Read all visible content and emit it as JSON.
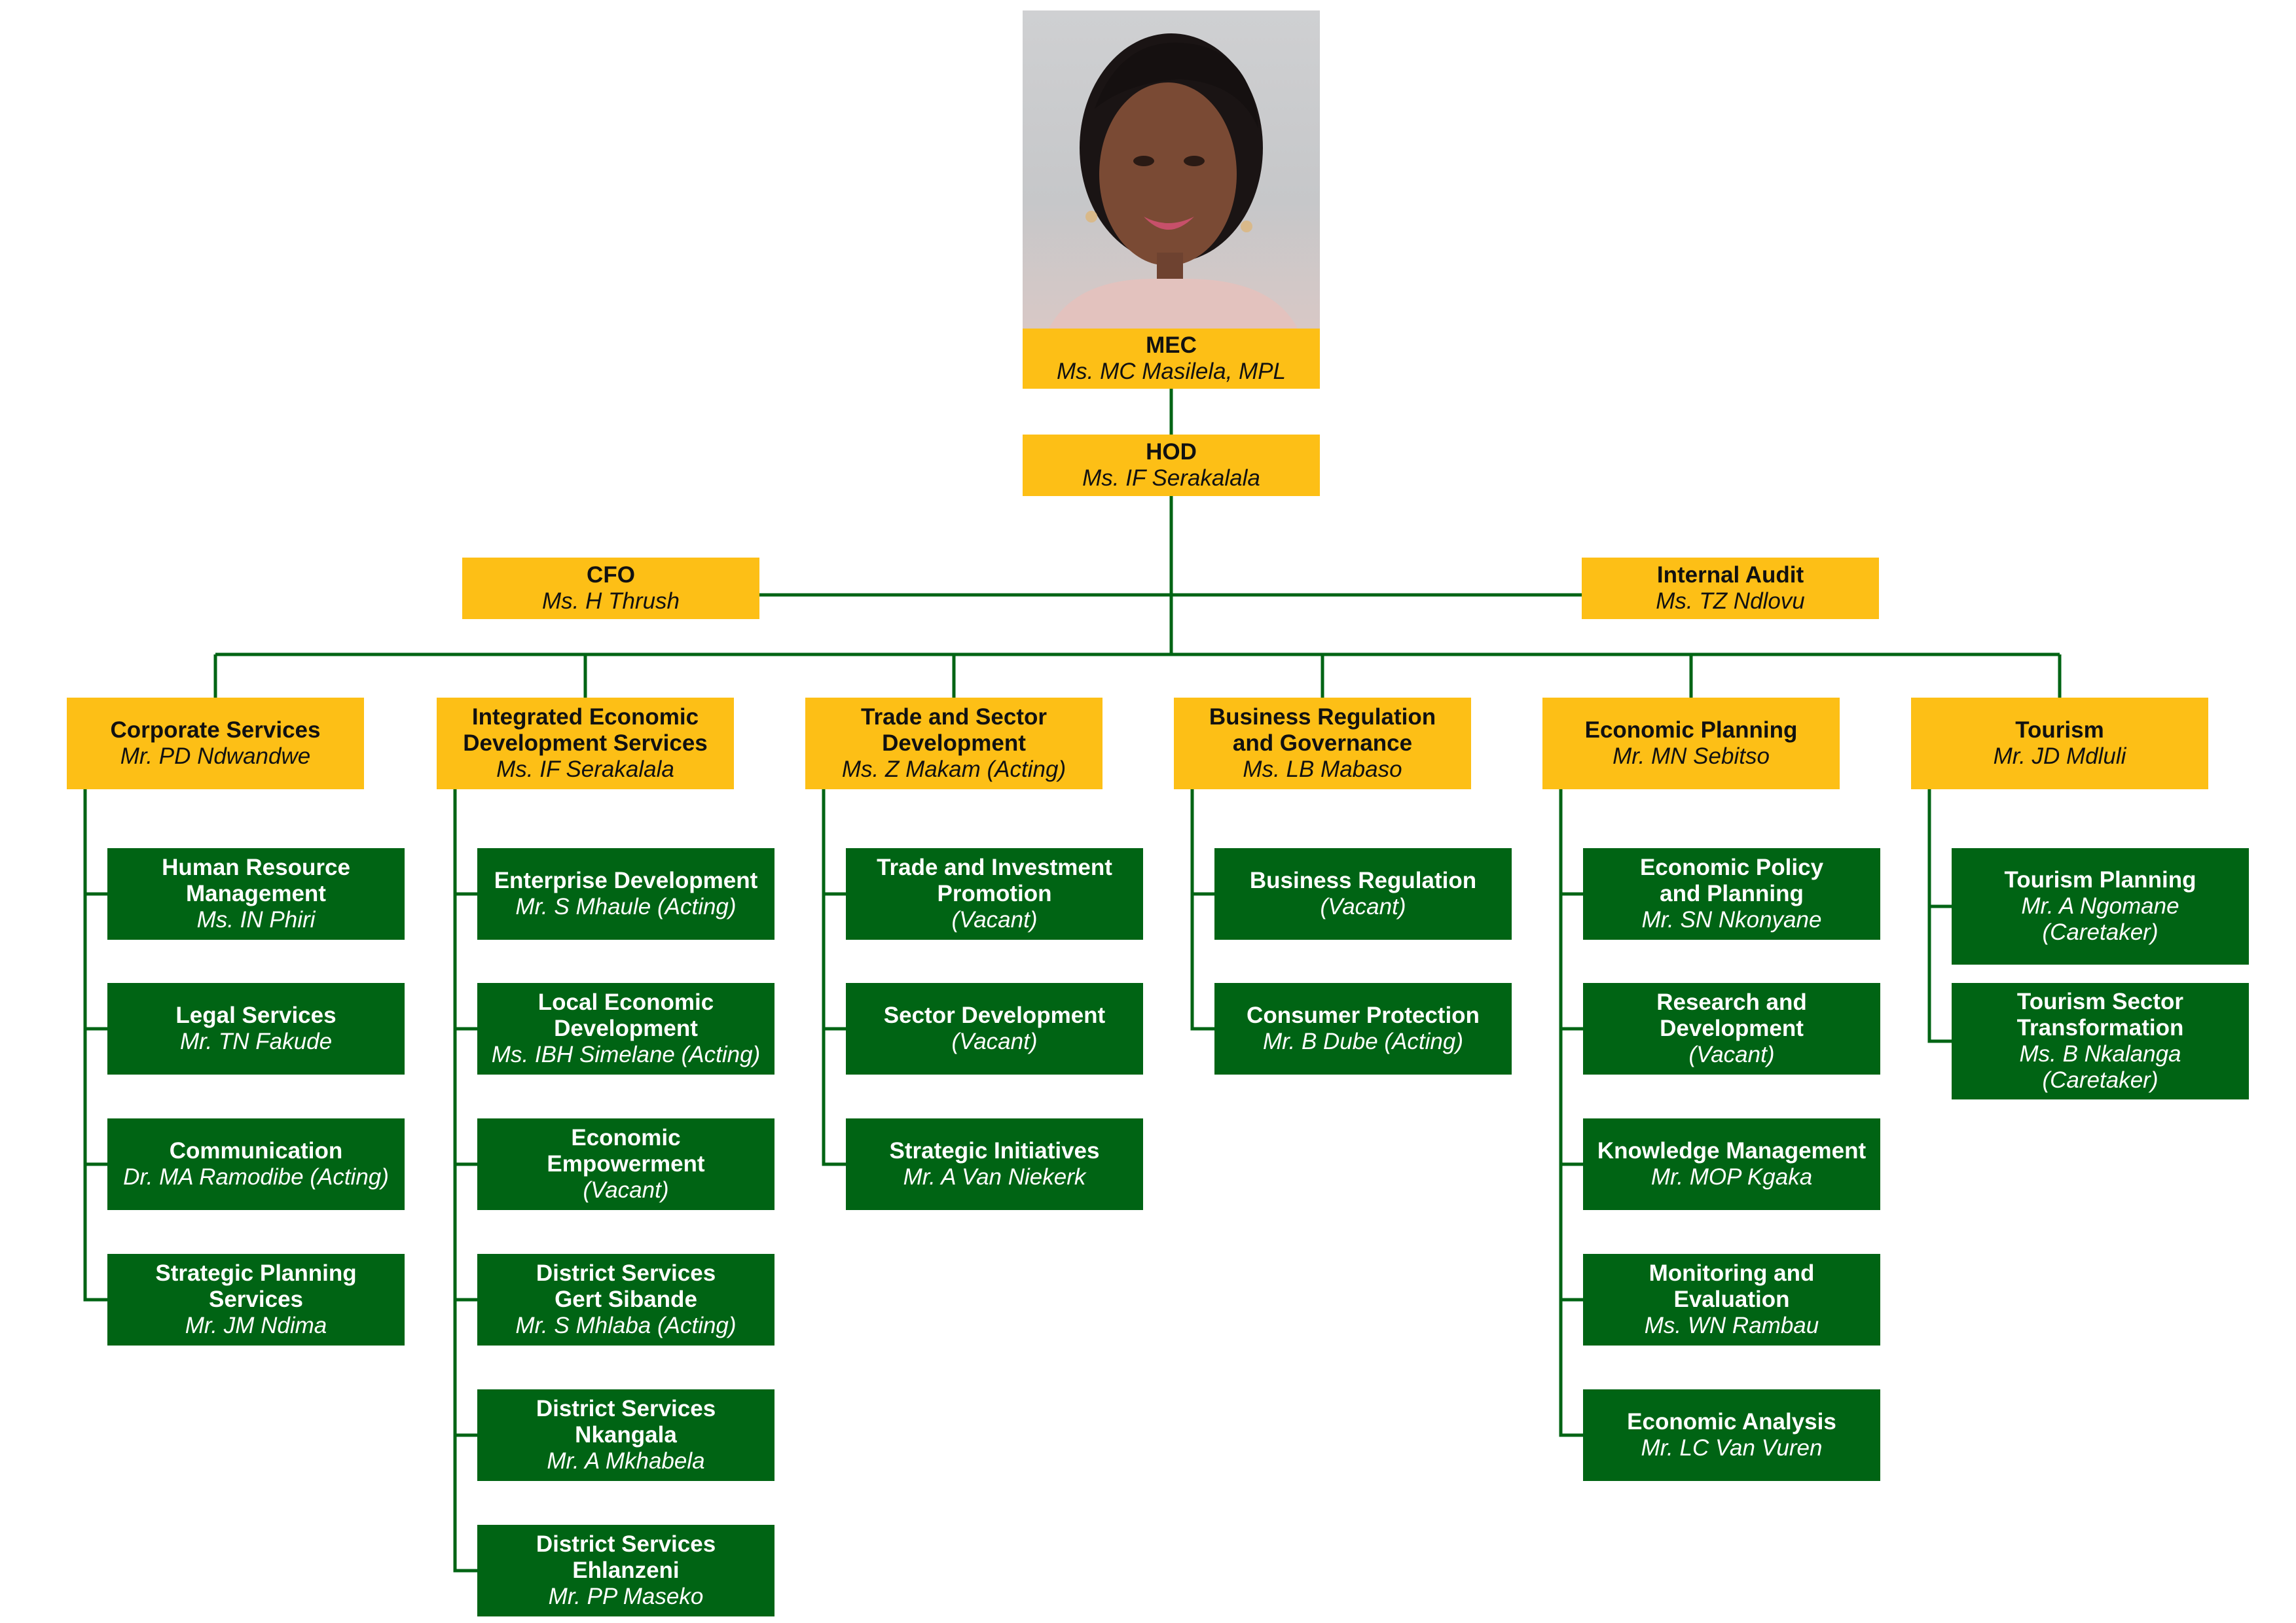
{
  "colors": {
    "gold": "#FDBF16",
    "green": "#006414",
    "line": "#006414"
  },
  "top": {
    "mec": {
      "title": "MEC",
      "name": "Ms. MC Masilela, MPL",
      "photo": "portrait-photo"
    },
    "hod": {
      "title": "HOD",
      "name": "Ms. IF Serakalala"
    },
    "cfo": {
      "title": "CFO",
      "name": "Ms. H Thrush"
    },
    "audit": {
      "title": "Internal Audit",
      "name": "Ms. TZ Ndlovu"
    }
  },
  "branches": [
    {
      "title": "Corporate Services",
      "name": "Mr. PD Ndwandwe",
      "units": [
        {
          "title": "Human Resource\nManagement",
          "name": "Ms. IN Phiri"
        },
        {
          "title": "Legal Services",
          "name": "Mr. TN Fakude"
        },
        {
          "title": "Communication",
          "name": "Dr. MA Ramodibe (Acting)"
        },
        {
          "title": "Strategic Planning\nServices",
          "name": "Mr. JM Ndima"
        }
      ]
    },
    {
      "title": "Integrated Economic\nDevelopment Services",
      "name": "Ms. IF Serakalala",
      "units": [
        {
          "title": "Enterprise Development",
          "name": "Mr. S Mhaule (Acting)"
        },
        {
          "title": "Local Economic\nDevelopment",
          "name": "Ms. IBH Simelane (Acting)"
        },
        {
          "title": "Economic\nEmpowerment",
          "name": "(Vacant)"
        },
        {
          "title": "District Services\nGert Sibande",
          "name": "Mr. S Mhlaba (Acting)"
        },
        {
          "title": "District Services\nNkangala",
          "name": "Mr. A Mkhabela"
        },
        {
          "title": "District Services\nEhlanzeni",
          "name": "Mr. PP Maseko"
        }
      ]
    },
    {
      "title": "Trade and Sector\nDevelopment",
      "name": "Ms. Z Makam (Acting)",
      "units": [
        {
          "title": "Trade and Investment\nPromotion",
          "name": "(Vacant)"
        },
        {
          "title": "Sector Development",
          "name": "(Vacant)"
        },
        {
          "title": "Strategic Initiatives",
          "name": "Mr. A Van Niekerk"
        }
      ]
    },
    {
      "title": "Business Regulation\nand Governance",
      "name": "Ms. LB Mabaso",
      "units": [
        {
          "title": "Business Regulation",
          "name": "(Vacant)"
        },
        {
          "title": "Consumer Protection",
          "name": "Mr. B Dube (Acting)"
        }
      ]
    },
    {
      "title": "Economic Planning",
      "name": "Mr. MN Sebitso",
      "units": [
        {
          "title": "Economic Policy\nand Planning",
          "name": "Mr. SN Nkonyane"
        },
        {
          "title": "Research and\nDevelopment",
          "name": "(Vacant)"
        },
        {
          "title": "Knowledge Management",
          "name": "Mr. MOP Kgaka"
        },
        {
          "title": "Monitoring and\nEvaluation",
          "name": "Ms. WN Rambau"
        },
        {
          "title": "Economic Analysis",
          "name": "Mr. LC Van Vuren"
        }
      ]
    },
    {
      "title": "Tourism",
      "name": "Mr. JD Mdluli",
      "units": [
        {
          "title": "Tourism Planning",
          "name": "Mr. A Ngomane\n(Caretaker)"
        },
        {
          "title": "Tourism Sector\nTransformation",
          "name": "Ms. B Nkalanga\n(Caretaker)"
        }
      ]
    }
  ]
}
